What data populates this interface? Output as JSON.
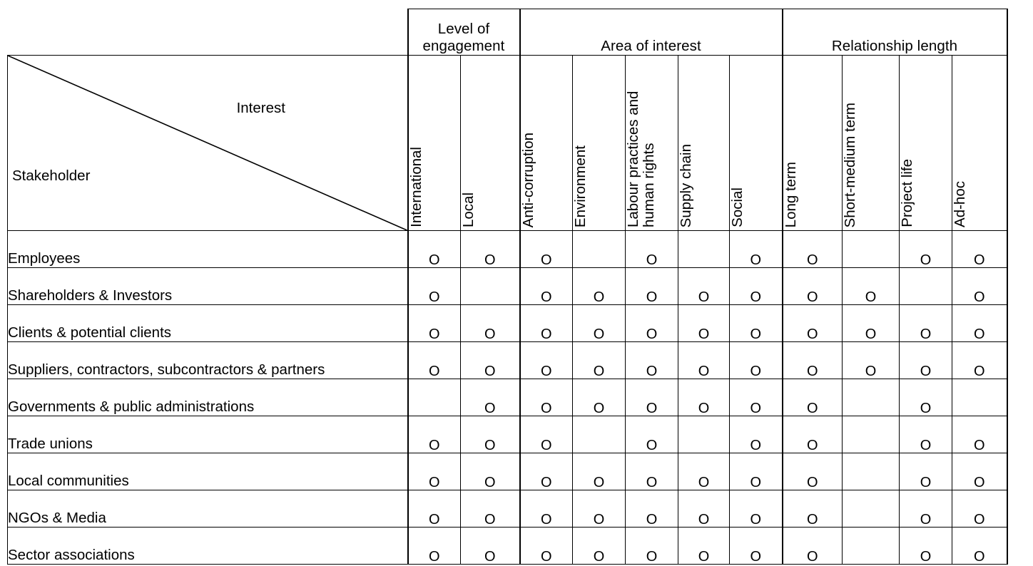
{
  "matrix": {
    "corner": {
      "column_axis_label": "Interest",
      "row_axis_label": "Stakeholder"
    },
    "groups": [
      {
        "id": "level-of-engagement",
        "label": "Level of engagement",
        "span": 2
      },
      {
        "id": "area-of-interest",
        "label": "Area of interest",
        "span": 5
      },
      {
        "id": "relationship-length",
        "label": "Relationship length",
        "span": 4
      }
    ],
    "columns": [
      {
        "id": "international",
        "label": "International",
        "group": "level-of-engagement"
      },
      {
        "id": "local",
        "label": "Local",
        "group": "level-of-engagement"
      },
      {
        "id": "anti-corruption",
        "label": "Anti-corruption",
        "group": "area-of-interest"
      },
      {
        "id": "environment",
        "label": "Environment",
        "group": "area-of-interest"
      },
      {
        "id": "labour-rights",
        "label": "Labour practices and human rights",
        "group": "area-of-interest"
      },
      {
        "id": "supply-chain",
        "label": "Supply chain",
        "group": "area-of-interest"
      },
      {
        "id": "social",
        "label": "Social",
        "group": "area-of-interest"
      },
      {
        "id": "long-term",
        "label": "Long term",
        "group": "relationship-length"
      },
      {
        "id": "short-medium",
        "label": "Short-medium term",
        "group": "relationship-length"
      },
      {
        "id": "project-life",
        "label": "Project life",
        "group": "relationship-length"
      },
      {
        "id": "ad-hoc",
        "label": "Ad-hoc",
        "group": "relationship-length"
      }
    ],
    "mark_glyph": "O",
    "rows": [
      {
        "label": "Employees",
        "marks": [
          true,
          true,
          true,
          false,
          true,
          false,
          true,
          true,
          false,
          true,
          true
        ]
      },
      {
        "label": "Shareholders & Investors",
        "marks": [
          true,
          false,
          true,
          true,
          true,
          true,
          true,
          true,
          true,
          false,
          true
        ]
      },
      {
        "label": "Clients & potential clients",
        "marks": [
          true,
          true,
          true,
          true,
          true,
          true,
          true,
          true,
          true,
          true,
          true
        ]
      },
      {
        "label": "Suppliers, contractors, subcontractors & partners",
        "marks": [
          true,
          true,
          true,
          true,
          true,
          true,
          true,
          true,
          true,
          true,
          true
        ]
      },
      {
        "label": "Governments & public administrations",
        "marks": [
          false,
          true,
          true,
          true,
          true,
          true,
          true,
          true,
          false,
          true,
          false
        ]
      },
      {
        "label": "Trade unions",
        "marks": [
          true,
          true,
          true,
          false,
          true,
          false,
          true,
          true,
          false,
          true,
          true
        ]
      },
      {
        "label": "Local communities",
        "marks": [
          true,
          true,
          true,
          true,
          true,
          true,
          true,
          true,
          false,
          true,
          true
        ]
      },
      {
        "label": "NGOs & Media",
        "marks": [
          true,
          true,
          true,
          true,
          true,
          true,
          true,
          true,
          false,
          true,
          true
        ]
      },
      {
        "label": "Sector associations",
        "marks": [
          true,
          true,
          true,
          true,
          true,
          true,
          true,
          true,
          false,
          true,
          true
        ]
      }
    ]
  },
  "colors": {
    "border": "#000000",
    "text": "#000000",
    "background": "#ffffff"
  }
}
